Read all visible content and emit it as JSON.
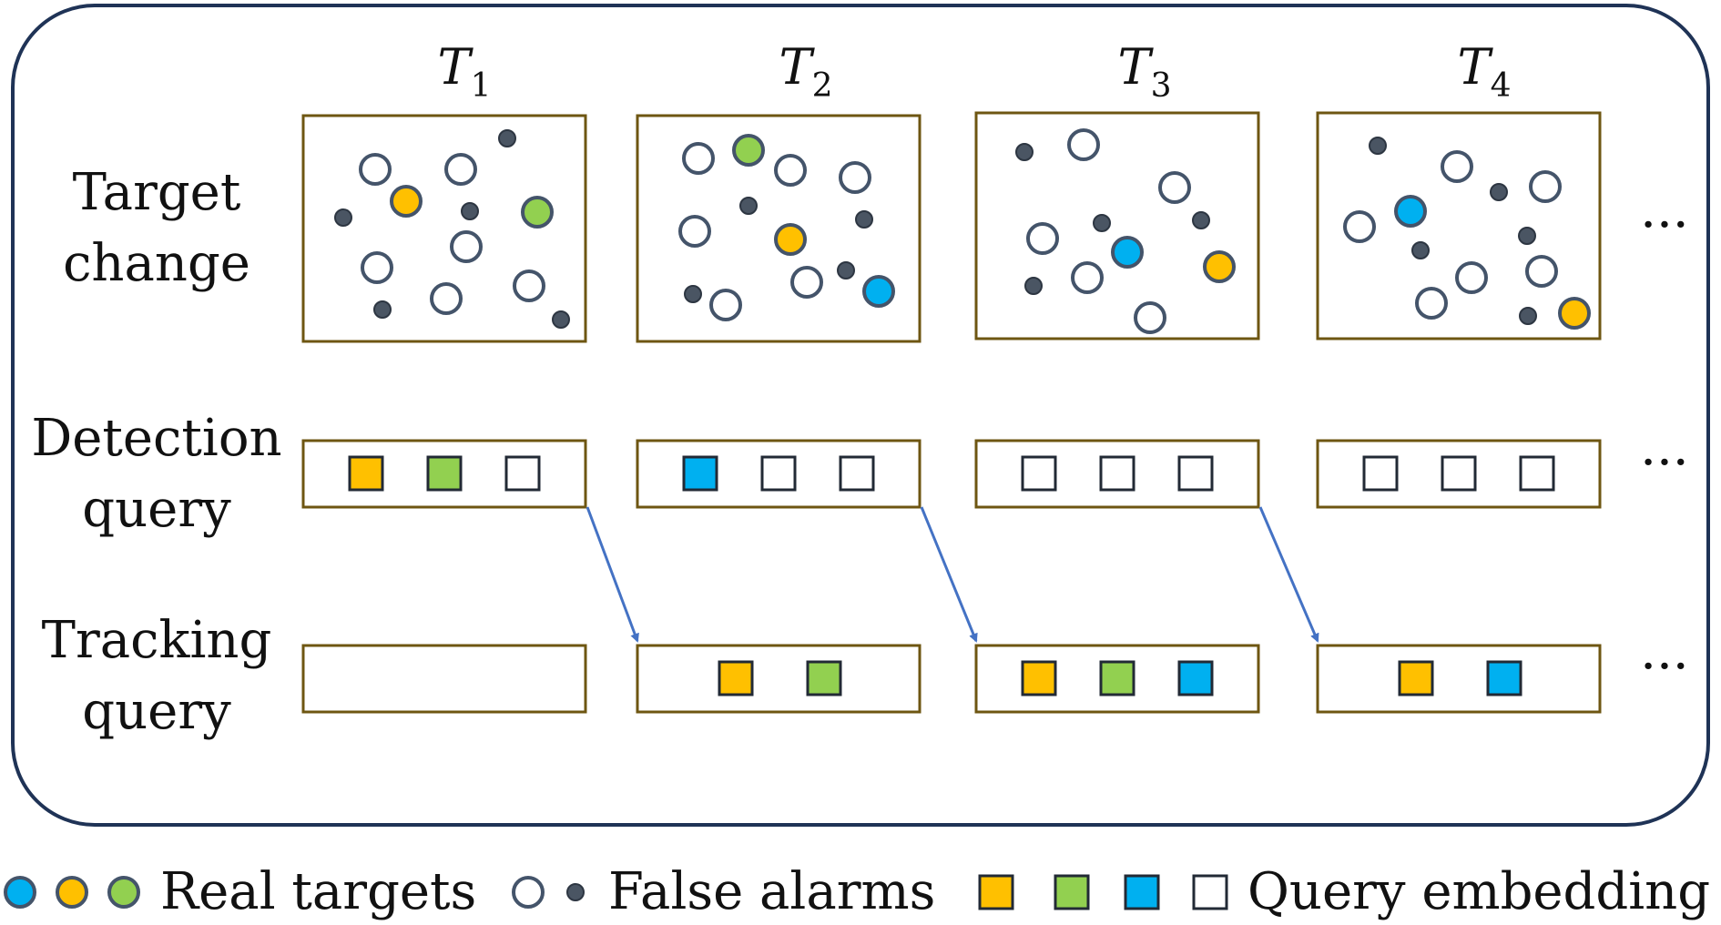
{
  "colors": {
    "frame": "#1f3356",
    "panel": "#6e5612",
    "dot": "#4a5563",
    "ring": "#44546a",
    "arrow": "#4472c4",
    "orange": "#ffc000",
    "green": "#92d050",
    "blue": "#00b0f0"
  },
  "time_steps": [
    {
      "symbol": "T",
      "sub": "1"
    },
    {
      "symbol": "T",
      "sub": "2"
    },
    {
      "symbol": "T",
      "sub": "3"
    },
    {
      "symbol": "T",
      "sub": "4"
    }
  ],
  "rows": {
    "target_change": [
      "Target",
      "change"
    ],
    "detection_query": [
      "Detection",
      "query"
    ],
    "tracking_query": [
      "Tracking",
      "query"
    ]
  },
  "ellipsis": "···",
  "detection_queries": [
    [
      "orange",
      "green",
      "empty"
    ],
    [
      "blue",
      "empty",
      "empty"
    ],
    [
      "empty",
      "empty",
      "empty"
    ],
    [
      "empty",
      "empty",
      "empty"
    ]
  ],
  "tracking_queries": [
    [],
    [
      "orange",
      "green"
    ],
    [
      "orange",
      "green",
      "blue"
    ],
    [
      "orange",
      "blue"
    ]
  ],
  "legend": {
    "real_targets": "Real targets",
    "false_alarms": "False alarms",
    "query_embedding": "Query embedding"
  }
}
